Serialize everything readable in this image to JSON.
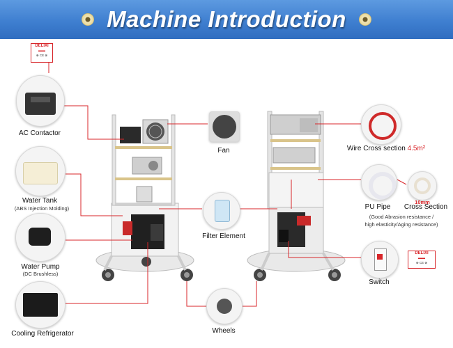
{
  "banner": {
    "title": "Machine Introduction"
  },
  "callouts": {
    "ac_contactor": "AC Contactor",
    "water_tank": "Water Tank",
    "water_tank_sub": "(ABS Injection Molding)",
    "water_pump": "Water Pump",
    "water_pump_sub": "(DC Brushless)",
    "cooling_refrigerator": "Cooling Refrigerator",
    "fan": "Fan",
    "filter_element": "Filter Element",
    "wheels": "Wheels",
    "wire_cross_section": "Wire Cross section",
    "wire_value": "4.5m²",
    "pu_pipe": "PU Pipe",
    "pu_pipe_sub1": "(Good Abrasion resistance /",
    "pu_pipe_sub2": "high elasticity/Aging resistance)",
    "cross_section": "Cross Section",
    "cross_size": "10mm",
    "switch": "Switch"
  },
  "brand": {
    "name": "DELIXI",
    "marks": "⊕ CE ⊗"
  },
  "colors": {
    "banner": "#3f7fd0",
    "callout_line": "#d8262a",
    "title_text": "#ffffff"
  }
}
